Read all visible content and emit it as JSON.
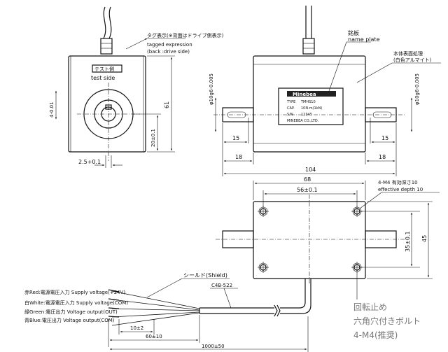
{
  "front_view": {
    "tag_note_jp": "タグ表示(※背面はドライブ側表示)",
    "tag_note_en1": "tagged expression",
    "tag_note_en2": "(back :drive side)",
    "tag_label_jp": "テスト側",
    "tag_label_en": "test side",
    "dim_height": "61",
    "dim_left": "4-0.01",
    "dim_center": "20±0.1",
    "dim_keyway": "2.5+0.1"
  },
  "side_view": {
    "name_plate_jp": "銘板",
    "name_plate_en": "name plate",
    "finish_note": "本体表面処理",
    "finish_note2": "(白色アルマイト)",
    "dim_shaft_left": "φ10g6-0.005",
    "dim_shaft_right": "φ10g6-0.005",
    "dim_15_left": "15",
    "dim_15_right": "15",
    "dim_18_left": "18",
    "dim_18_right": "18",
    "dim_overall": "104",
    "plate": {
      "brand": "Minebea",
      "type_label": "TYPE",
      "type_value": "TMHS10",
      "cap_label": "CAP.",
      "cap_value": "10N·m(1kN)",
      "sn_label": "S/N",
      "sn_value": "12345",
      "maker": "MINEBEA CO.,LTD."
    }
  },
  "bottom_view": {
    "dim_68": "68",
    "dim_56": "56±0.1",
    "dim_35": "35±0.1",
    "dim_45": "45",
    "hole_note1": "4-M4 有効深さ10",
    "hole_note2": "effective depth 10"
  },
  "cable": {
    "shield": "シールド(Shield)",
    "cable_type": "C4B-522",
    "wires": [
      "赤Red:電源電圧入力 Supply voltage(+24V)",
      "白White:電源電圧入力 Supply voltage(COM)",
      "緑Green:電圧出力 Voltage output(OUT)",
      "青Blue:電圧出力 Voltage output(COM)"
    ],
    "dim_10": "10±2",
    "dim_60": "60±10",
    "dim_1000": "1000±50"
  },
  "bolt_note": {
    "line1": "回転止め",
    "line2": "六角穴付きボルト",
    "line3": "4-M4(推奨)"
  }
}
